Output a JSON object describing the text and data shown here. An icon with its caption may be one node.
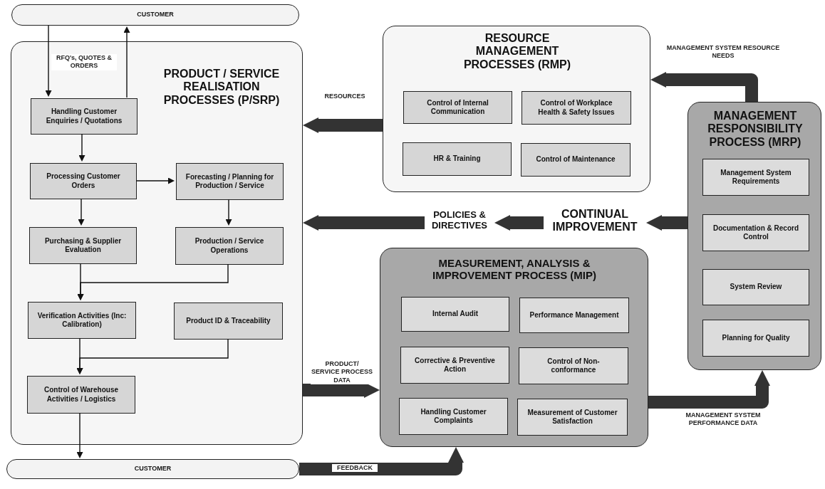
{
  "diagram": {
    "nodes": [
      {
        "text": [
          "CUSTOMER"
        ]
      },
      {
        "text": [
          "PRODUCT / SERVICE REALISATION PROCESSES (P/SRP)"
        ]
      },
      {
        "text": [
          "Handling Customer Enquiries / Quotations"
        ],
        "in": 1
      },
      {
        "text": [
          "Processing Customer Orders"
        ],
        "in": 1
      },
      {
        "text": [
          "Forecasting / Planning for Production / Service"
        ],
        "in": 1
      },
      {
        "text": [
          "Purchasing & Supplier Evaluation"
        ],
        "in": 1
      },
      {
        "text": [
          "Production / Service Operations"
        ],
        "in": 1
      },
      {
        "text": [
          "Verification Activities (Inc: Calibration)"
        ],
        "in": 1
      },
      {
        "text": [
          "Product ID & Traceability"
        ],
        "in": 1
      },
      {
        "text": [
          "Control of Warehouse Activities / Logistics"
        ],
        "in": 1
      },
      {
        "text": [
          "CUSTOMER"
        ]
      },
      {
        "text": [
          "RESOURCE MANAGEMENT PROCESSES (RMP)"
        ]
      },
      {
        "text": [
          "Control of Internal Communication"
        ],
        "in": 11
      },
      {
        "text": [
          "Control of Workplace Health & Safety Issues"
        ],
        "in": 11
      },
      {
        "text": [
          "HR & Training"
        ],
        "in": 11
      },
      {
        "text": [
          "Control of Maintenance"
        ],
        "in": 11
      },
      {
        "text": [
          "MANAGEMENT RESPONSIBILITY PROCESS (MRP)"
        ]
      },
      {
        "text": [
          "Management System Requirements"
        ],
        "in": 16
      },
      {
        "text": [
          "Documentation & Record Control"
        ],
        "in": 16
      },
      {
        "text": [
          "System Review"
        ],
        "in": 16
      },
      {
        "text": [
          "Planning for Quality"
        ],
        "in": 16
      },
      {
        "text": [
          "MEASUREMENT, ANALYSIS & IMPROVEMENT PROCESS (MIP)"
        ]
      },
      {
        "text": [
          "Internal Audit"
        ],
        "in": 21
      },
      {
        "text": [
          "Performance Management"
        ],
        "in": 21
      },
      {
        "text": [
          "Corrective & Preventive Action"
        ],
        "in": 21
      },
      {
        "text": [
          "Control of Non-conformance"
        ],
        "in": 21
      },
      {
        "text": [
          "Handling Customer Complaints"
        ],
        "in": 21
      },
      {
        "text": [
          "Measurement of Customer Satisfaction"
        ],
        "in": 21
      },
      {
        "text": [
          "POLICIES & DIRECTIVES"
        ]
      },
      {
        "text": [
          "CONTINUAL IMPROVEMENT"
        ]
      }
    ],
    "edges": [
      {
        "from": 0,
        "to": 2,
        "arrow": "to",
        "label": "RFQ's, QUOTES & ORDERS"
      },
      {
        "from": 2,
        "to": 0,
        "arrow": "to"
      },
      {
        "from": 2,
        "to": 3,
        "arrow": "to"
      },
      {
        "from": 3,
        "to": 4,
        "arrow": "to"
      },
      {
        "from": 3,
        "to": 5,
        "arrow": "to"
      },
      {
        "from": 4,
        "to": 6,
        "arrow": "to"
      },
      {
        "from": 5,
        "to": 7,
        "arrow": "to"
      },
      {
        "from": 6,
        "to": 7,
        "arrow": "to"
      },
      {
        "from": 7,
        "to": 9,
        "arrow": "to"
      },
      {
        "from": 8,
        "to": 9,
        "arrow": "to"
      },
      {
        "from": 9,
        "to": 10,
        "arrow": "to"
      },
      {
        "from": 11,
        "to": 1,
        "arrow": "to",
        "label": "RESOURCES",
        "style": "thick",
        "color": "#333333"
      },
      {
        "from": 16,
        "to": 11,
        "arrow": "to",
        "label": "MANAGEMENT SYSTEM RESOURCE NEEDS",
        "style": "thick",
        "color": "#333333"
      },
      {
        "from": 16,
        "to": 29,
        "arrow": "to",
        "style": "thick",
        "color": "#333333"
      },
      {
        "from": 29,
        "to": 28,
        "arrow": "to",
        "style": "thick",
        "color": "#333333"
      },
      {
        "from": 28,
        "to": 1,
        "arrow": "to",
        "style": "thick",
        "color": "#333333"
      },
      {
        "from": 1,
        "to": 21,
        "arrow": "to",
        "label": "PRODUCT/ SERVICE PROCESS DATA",
        "style": "thick",
        "color": "#333333"
      },
      {
        "from": 21,
        "to": 16,
        "arrow": "to",
        "label": "MANAGEMENT SYSTEM PERFORMANCE DATA",
        "style": "thick",
        "color": "#333333"
      },
      {
        "from": 10,
        "to": 21,
        "arrow": "to",
        "label": "FEEDBACK",
        "style": "thick",
        "color": "#333333"
      }
    ]
  }
}
